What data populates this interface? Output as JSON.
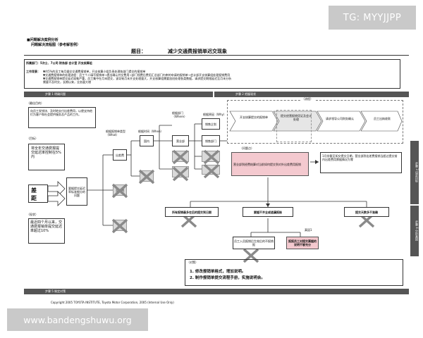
{
  "header": {
    "line1": "■问题解决案例分析",
    "line2": "问题解决流程图（参考解答例）",
    "title_label": "题目：",
    "title_value": "减少交通费报销单迟交现象"
  },
  "dept_line": "所属部门：5次士、7公司  财务部  会计室  开支核算组",
  "work_bg_label": "工作背景：",
  "work_bg_lines": [
    "▼约5%的员工每月据交交通费报销单，开支核算小组负责处理各部门提交的报销单",
    "▼交通费报销单的处理流程：员工个人填写报销单→提出确认并交费用→部门领费后费用汇总部门内审的申请的报销单→会计部开支核算组处理报销费用",
    "▼交通费报销单提交延迟现象严重，员工集中在月末提交，该导致月末开支处理量大，开支核算组需要加班处理各类数据，请求提交期限延迟至月末分析",
    "需要不及时交，长期以来，业务量大增"
  ],
  "steps": {
    "s1": "步骤 1  明确问题",
    "s2": "步骤 2  把握现状",
    "s3": "步骤 3  设定目标",
    "s4": "步骤 4  分析真因",
    "s5": "步骤 5  制定对策"
  },
  "ideal": {
    "label": "（最佳目的）",
    "text": "向员工发钱块、及时地支付出差费用，以便支持他们为客户和社会提供服务及产品的工作。"
  },
  "target": {
    "label": "（目标）",
    "text": "将全年交通费报提交延迟率控制在5%内"
  },
  "gap": {
    "char1": "差",
    "char2": "距"
  },
  "current": {
    "label": "（现状）",
    "text": "最近四个月以来，交通费报销单提交延迟率超过10%"
  },
  "tree": {
    "root": "要据提交延迟率标准细分的问题",
    "col1_label": "根据报销单类型（What）",
    "col2_label": "根据时间（When）",
    "col3_label": "根据部门（Where）",
    "col4_label": "根据原因（Why）",
    "n_outgoing": "出差费",
    "n_other": "交通费",
    "n_domestic": "国内",
    "n_sales": "营业部",
    "n_sales_plan": "销售企划",
    "n_sales_ops": "销售部门"
  },
  "flow": {
    "label": "（流程）",
    "steps": [
      "开支核算提交的报销单",
      "提交经营报销凭证及会计处理",
      "请求领导公司财务确认",
      "员工出纳收款"
    ]
  },
  "problem": {
    "label": "（问题点）",
    "text": "营业部到经费结算对当前如何提交到对外出差费用报销"
  },
  "cause": {
    "text": "1月份截至如交提交日期，营业部到出差费报销当超过提交前内出差费用票据情况为零"
  },
  "why_boxes": {
    "left": "所有报销最多在后的提交到日期",
    "mid": "要据不齐全或遗漏报账",
    "right": "提交天数多不准确"
  },
  "sub_boxes": {
    "a": "员工入员报销后生效后的不报销报",
    "b": "报报员工对提交票据的说明不够充分",
    "label": "真因1"
  },
  "countermeasure": {
    "label": "（对策）",
    "items": [
      "1.  修改报销单格式，增加说明。",
      "2.  制作报销单提交流程手册，实施说明会。"
    ]
  },
  "footer": "Copyright 2005 TOYOTA INSTITUTE, Toyota Motor Corporation, 2005 (Internal Use Only)",
  "watermarks": {
    "top": "TG: MYYJJPP",
    "bottom": "www.bandengshuwu.org"
  }
}
